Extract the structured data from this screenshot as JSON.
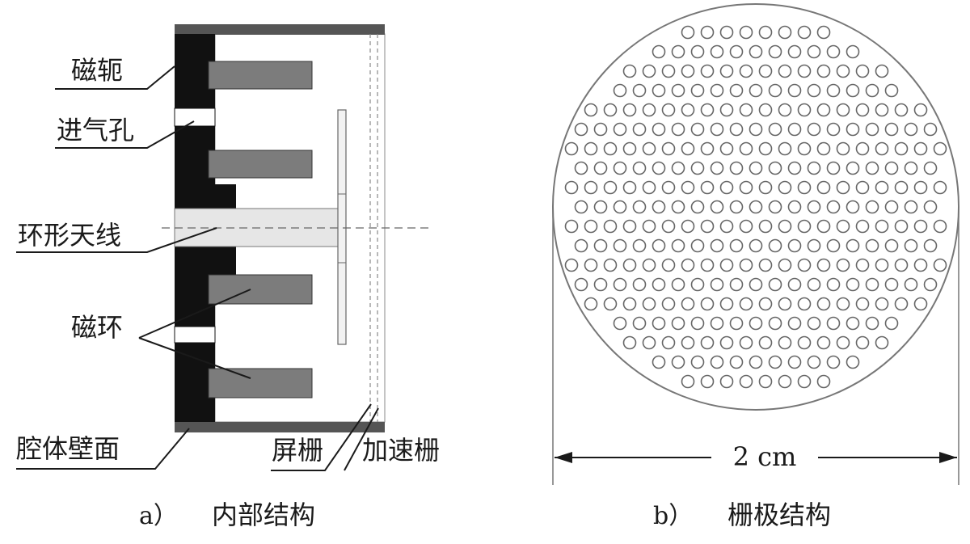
{
  "left_panel": {
    "labels": {
      "yoke": "磁轭",
      "gas_inlet": "进气孔",
      "antenna": "环形天线",
      "magnet_ring": "磁环",
      "chamber_wall": "腔体壁面",
      "screen_grid": "屏栅",
      "accel_grid": "加速栅"
    },
    "caption_letter": "a）",
    "caption_text": "内部结构"
  },
  "right_panel": {
    "dimension_label": "2 cm",
    "caption_letter": "b）",
    "caption_text": "栅极结构"
  },
  "colors": {
    "ink": "#1a1a1a",
    "magnet": "#7c7c7c",
    "wall_bar": "#5a5a5a",
    "antenna_fill": "#e6e6e6",
    "grid_circle": "#666666"
  }
}
